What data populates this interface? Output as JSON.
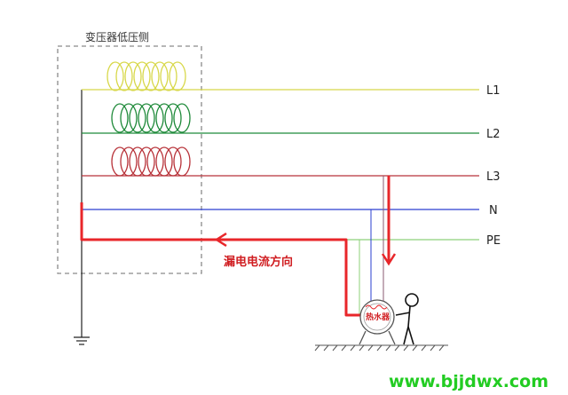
{
  "transformer_label": "变压器低压侧",
  "lines": {
    "L1": "L1",
    "L2": "L2",
    "L3": "L3",
    "N": "N",
    "PE": "PE"
  },
  "leakage_label": "漏电电流方向",
  "appliance_label": "热水器",
  "watermark": "www.bjjdwx.com",
  "colors": {
    "L1": "#d8d84a",
    "L2": "#1f8a3a",
    "L3": "#b8333a",
    "N": "#2a3fd0",
    "PE": "#8ed07a",
    "leak": "#e8262a",
    "watermark": "#22cc22"
  }
}
